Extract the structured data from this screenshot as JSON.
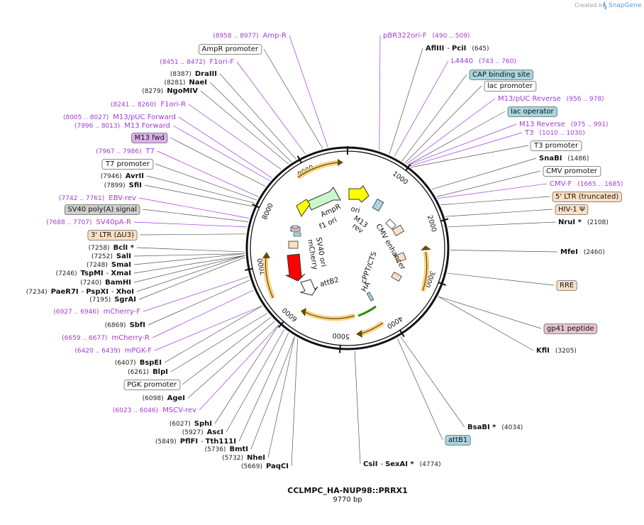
{
  "header": {
    "created_by": "Created by",
    "brand": "SnapGene"
  },
  "map": {
    "name": "CCLMPC_HA-NUP98::PRRX1",
    "length_label": "9770 bp",
    "length": 9770,
    "ticks": [
      {
        "label": "1000",
        "pos": 1000
      },
      {
        "label": "2000",
        "pos": 2000
      },
      {
        "label": "3000",
        "pos": 3000
      },
      {
        "label": "4000",
        "pos": 4000
      },
      {
        "label": "5000",
        "pos": 5000
      },
      {
        "label": "6000",
        "pos": 6000
      },
      {
        "label": "7000",
        "pos": 7000
      },
      {
        "label": "8000",
        "pos": 8000
      },
      {
        "label": "9000",
        "pos": 9000
      }
    ]
  },
  "colors": {
    "primer": "#a13bd6",
    "ampr": "#c9f7c9",
    "ori": "#ffff00",
    "mcherry": "#ff0000",
    "misc_blue": "#a8d5e2",
    "ltr": "#fbe0c3",
    "pink": "#e6c3d2",
    "grey": "#cfcfcf",
    "promoter_box": "#ffffff",
    "orf_arrow": "#f0b23a",
    "hiv": "#fbe0c3"
  },
  "labels": [
    {
      "type": "primer",
      "range": "(8958 .. 8977)",
      "name": "Amp-R"
    },
    {
      "type": "feature",
      "name": "AmpR promoter",
      "box": "white"
    },
    {
      "type": "primer",
      "range": "(8451 .. 8472)",
      "name": "F1ori-F"
    },
    {
      "type": "enzyme",
      "pos": "(8387)",
      "name": "DraIII"
    },
    {
      "type": "enzyme",
      "pos": "(8281)",
      "name": "NaeI"
    },
    {
      "type": "enzyme",
      "pos": "(8279)",
      "name": "NgoMIV"
    },
    {
      "type": "primer",
      "range": "(8241 .. 8260)",
      "name": "F1ori-R"
    },
    {
      "type": "primer",
      "range": "(8005 .. 8027)",
      "name": "M13/pUC Forward"
    },
    {
      "type": "primer",
      "range": "(7996 .. 8013)",
      "name": "M13 Forward"
    },
    {
      "type": "feature",
      "name": "M13 fwd",
      "box": "purple"
    },
    {
      "type": "primer",
      "range": "(7967 .. 7986)",
      "name": "T7"
    },
    {
      "type": "feature",
      "name": "T7 promoter",
      "box": "white"
    },
    {
      "type": "enzyme",
      "pos": "(7946)",
      "name": "AvrII"
    },
    {
      "type": "enzyme",
      "pos": "(7899)",
      "name": "SfiI"
    },
    {
      "type": "primer",
      "range": "(7742 .. 7761)",
      "name": "EBV-rev"
    },
    {
      "type": "feature",
      "name": "SV40 poly(A) signal",
      "box": "grey"
    },
    {
      "type": "primer",
      "range": "(7688 .. 7707)",
      "name": "SV40pA-R"
    },
    {
      "type": "feature",
      "name": "3' LTR (ΔU3)",
      "box": "ltr"
    },
    {
      "type": "enzyme",
      "pos": "(7258)",
      "name": "BclI *"
    },
    {
      "type": "enzyme",
      "pos": "(7252)",
      "name": "SalI"
    },
    {
      "type": "enzyme",
      "pos": "(7248)",
      "name": "SmaI"
    },
    {
      "type": "enzyme",
      "pos": "(7246)",
      "name": "TspMI",
      "extra": "XmaI"
    },
    {
      "type": "enzyme",
      "pos": "(7240)",
      "name": "BamHI"
    },
    {
      "type": "enzyme",
      "pos": "(7234)",
      "name": "PaeR7I",
      "extra": "PspXI",
      "extra2": "XhoI"
    },
    {
      "type": "enzyme",
      "pos": "(7195)",
      "name": "SgrAI"
    },
    {
      "type": "primer",
      "range": "(6927 .. 6946)",
      "name": "mCherry-F"
    },
    {
      "type": "enzyme",
      "pos": "(6869)",
      "name": "SbfI"
    },
    {
      "type": "primer",
      "range": "(6659 .. 6677)",
      "name": "mCherry-R"
    },
    {
      "type": "primer",
      "range": "(6420 .. 6439)",
      "name": "mPGK-F"
    },
    {
      "type": "enzyme",
      "pos": "(6407)",
      "name": "BspEI"
    },
    {
      "type": "enzyme",
      "pos": "(6261)",
      "name": "BlpI"
    },
    {
      "type": "feature",
      "name": "PGK promoter",
      "box": "white"
    },
    {
      "type": "enzyme",
      "pos": "(6098)",
      "name": "AgeI"
    },
    {
      "type": "primer",
      "range": "(6023 .. 6046)",
      "name": "MSCV-rev"
    },
    {
      "type": "enzyme",
      "pos": "(6027)",
      "name": "SphI"
    },
    {
      "type": "enzyme",
      "pos": "(5927)",
      "name": "AscI"
    },
    {
      "type": "enzyme",
      "pos": "(5849)",
      "name": "PflFI",
      "extra": "Tth111I"
    },
    {
      "type": "enzyme",
      "pos": "(5736)",
      "name": "BmtI"
    },
    {
      "type": "enzyme",
      "pos": "(5732)",
      "name": "NheI"
    },
    {
      "type": "enzyme",
      "pos": "(5669)",
      "name": "PaqCI"
    },
    {
      "type": "primer",
      "range": "(490 .. 509)",
      "name": "pBR322ori-F"
    },
    {
      "type": "enzyme",
      "pos": "(645)",
      "name": "AflIII",
      "extra": "PciI"
    },
    {
      "type": "primer",
      "range": "(743 .. 760)",
      "name": "L4440"
    },
    {
      "type": "feature",
      "name": "CAP binding site",
      "box": "blue"
    },
    {
      "type": "feature",
      "name": "lac promoter",
      "box": "white"
    },
    {
      "type": "primer",
      "range": "(956 .. 978)",
      "name": "M13/pUC Reverse"
    },
    {
      "type": "feature",
      "name": "lac operator",
      "box": "blue"
    },
    {
      "type": "primer",
      "range": "(975 .. 991)",
      "name": "M13 Reverse"
    },
    {
      "type": "primer",
      "range": "(1010 .. 1030)",
      "name": "T3"
    },
    {
      "type": "feature",
      "name": "T3 promoter",
      "box": "white"
    },
    {
      "type": "enzyme",
      "pos": "(1486)",
      "name": "SnaBI"
    },
    {
      "type": "feature",
      "name": "CMV promoter",
      "box": "white"
    },
    {
      "type": "primer",
      "range": "(1665 .. 1685)",
      "name": "CMV-F"
    },
    {
      "type": "feature",
      "name": "5' LTR (truncated)",
      "box": "ltr"
    },
    {
      "type": "feature",
      "name": "HIV-1 Ψ",
      "box": "ltr"
    },
    {
      "type": "enzyme",
      "pos": "(2108)",
      "name": "NruI *"
    },
    {
      "type": "enzyme",
      "pos": "(2460)",
      "name": "MfeI"
    },
    {
      "type": "feature",
      "name": "RRE",
      "box": "ltr"
    },
    {
      "type": "feature",
      "name": "gp41 peptide",
      "box": "pink"
    },
    {
      "type": "enzyme",
      "pos": "(3205)",
      "name": "KflI"
    },
    {
      "type": "enzyme",
      "pos": "(4034)",
      "name": "BsaBI *"
    },
    {
      "type": "feature",
      "name": "attB1",
      "box": "blue"
    },
    {
      "type": "enzyme",
      "pos": "(4774)",
      "name": "CsiI",
      "extra": "SexAI *"
    }
  ],
  "inner_labels": [
    {
      "name": "AmpR"
    },
    {
      "name": "f1 ori"
    },
    {
      "name": "ori"
    },
    {
      "name": "M13"
    },
    {
      "name": "rev"
    },
    {
      "name": "CMV enhancer"
    },
    {
      "name": "SV40 ori"
    },
    {
      "name": "mCherry"
    },
    {
      "name": "cPPT/CTS"
    },
    {
      "name": "HA"
    },
    {
      "name": "attB2"
    }
  ]
}
